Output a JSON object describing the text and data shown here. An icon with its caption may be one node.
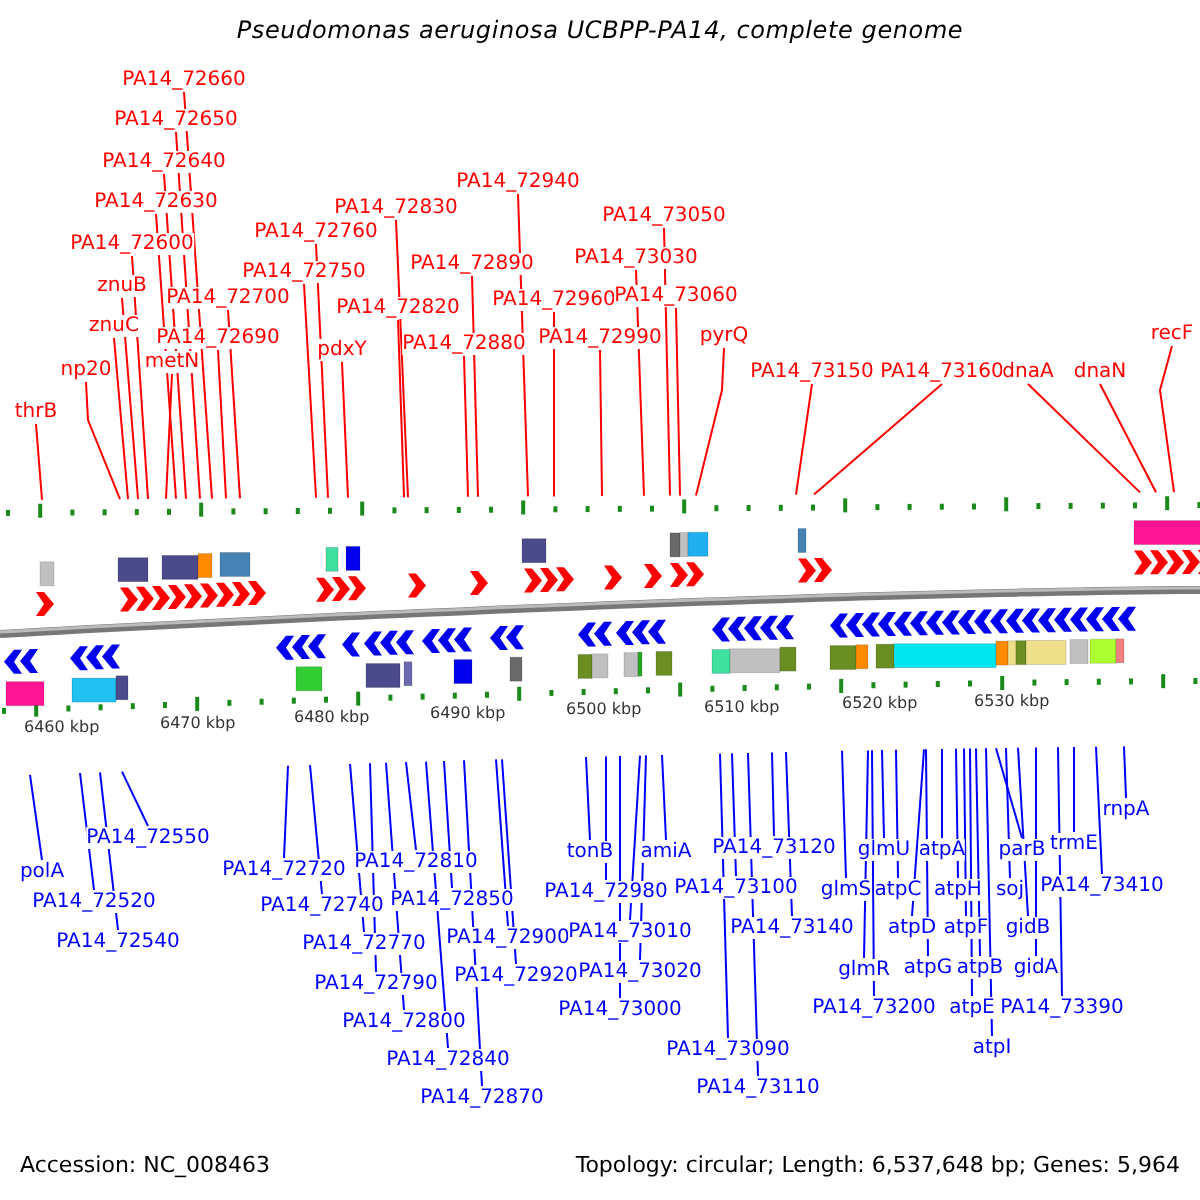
{
  "diagram": {
    "title": "Pseudomonas aeruginosa UCBPP-PA14, complete genome",
    "nodes": [
      {
        "text": [
          "thrB"
        ]
      },
      {
        "text": [
          "np20"
        ]
      },
      {
        "text": [
          "znuC"
        ]
      },
      {
        "text": [
          "znuB"
        ]
      },
      {
        "text": [
          "PA14_72600"
        ]
      },
      {
        "text": [
          "metN"
        ]
      },
      {
        "text": [
          "PA14_72630"
        ]
      },
      {
        "text": [
          "PA14_72640"
        ]
      },
      {
        "text": [
          "PA14_72650"
        ]
      },
      {
        "text": [
          "PA14_72660"
        ]
      },
      {
        "text": [
          "PA14_72690"
        ]
      },
      {
        "text": [
          "PA14_72700"
        ]
      },
      {
        "text": [
          "PA14_72750"
        ]
      },
      {
        "text": [
          "PA14_72760"
        ]
      },
      {
        "text": [
          "pdxY"
        ]
      },
      {
        "text": [
          "PA14_72830"
        ]
      },
      {
        "text": [
          "PA14_72820"
        ]
      },
      {
        "text": [
          "PA14_72890"
        ]
      },
      {
        "text": [
          "PA14_72880"
        ]
      },
      {
        "text": [
          "PA14_72940"
        ]
      },
      {
        "text": [
          "PA14_72960"
        ]
      },
      {
        "text": [
          "PA14_72990"
        ]
      },
      {
        "text": [
          "PA14_73030"
        ]
      },
      {
        "text": [
          "PA14_73050"
        ]
      },
      {
        "text": [
          "PA14_73060"
        ]
      },
      {
        "text": [
          "pyrQ"
        ]
      },
      {
        "text": [
          "PA14_73150"
        ]
      },
      {
        "text": [
          "PA14_73160"
        ]
      },
      {
        "text": [
          "dnaA"
        ]
      },
      {
        "text": [
          "dnaN"
        ]
      },
      {
        "text": [
          "recF"
        ]
      },
      {
        "text": [
          "polA"
        ]
      },
      {
        "text": [
          "PA14_72520"
        ]
      },
      {
        "text": [
          "PA14_72540"
        ]
      },
      {
        "text": [
          "PA14_72550"
        ]
      },
      {
        "text": [
          "PA14_72720"
        ]
      },
      {
        "text": [
          "PA14_72740"
        ]
      },
      {
        "text": [
          "PA14_72770"
        ]
      },
      {
        "text": [
          "PA14_72790"
        ]
      },
      {
        "text": [
          "PA14_72800"
        ]
      },
      {
        "text": [
          "PA14_72810"
        ]
      },
      {
        "text": [
          "PA14_72850"
        ]
      },
      {
        "text": [
          "PA14_72840"
        ]
      },
      {
        "text": [
          "PA14_72870"
        ]
      },
      {
        "text": [
          "PA14_72900"
        ]
      },
      {
        "text": [
          "PA14_72920"
        ]
      },
      {
        "text": [
          "tonB"
        ]
      },
      {
        "text": [
          "PA14_72980"
        ]
      },
      {
        "text": [
          "amiA"
        ]
      },
      {
        "text": [
          "PA14_73010"
        ]
      },
      {
        "text": [
          "PA14_73020"
        ]
      },
      {
        "text": [
          "PA14_73000"
        ]
      },
      {
        "text": [
          "PA14_73120"
        ]
      },
      {
        "text": [
          "PA14_73100"
        ]
      },
      {
        "text": [
          "PA14_73140"
        ]
      },
      {
        "text": [
          "PA14_73090"
        ]
      },
      {
        "text": [
          "PA14_73110"
        ]
      },
      {
        "text": [
          "glmS"
        ]
      },
      {
        "text": [
          "glmU"
        ]
      },
      {
        "text": [
          "atpC"
        ]
      },
      {
        "text": [
          "glmR"
        ]
      },
      {
        "text": [
          "PA14_73200"
        ]
      },
      {
        "text": [
          "atpA"
        ]
      },
      {
        "text": [
          "atpD"
        ]
      },
      {
        "text": [
          "atpH"
        ]
      },
      {
        "text": [
          "atpG"
        ]
      },
      {
        "text": [
          "atpF"
        ]
      },
      {
        "text": [
          "atpB"
        ]
      },
      {
        "text": [
          "atpE"
        ]
      },
      {
        "text": [
          "atpI"
        ]
      },
      {
        "text": [
          "parB"
        ]
      },
      {
        "text": [
          "soj"
        ]
      },
      {
        "text": [
          "gidB"
        ]
      },
      {
        "text": [
          "gidA"
        ]
      },
      {
        "text": [
          "PA14_73390"
        ]
      },
      {
        "text": [
          "trmE"
        ]
      },
      {
        "text": [
          "PA14_73410"
        ]
      },
      {
        "text": [
          "rnpA"
        ]
      }
    ],
    "edges": [
      {
        "from": 0,
        "to": null,
        "arrow": "none",
        "color": "#ff0000"
      },
      {
        "from": 1,
        "to": null,
        "arrow": "none",
        "color": "#ff0000"
      },
      {
        "from": 2,
        "to": null,
        "arrow": "none",
        "color": "#ff0000"
      },
      {
        "from": 3,
        "to": null,
        "arrow": "none",
        "color": "#ff0000"
      },
      {
        "from": 4,
        "to": null,
        "arrow": "none",
        "color": "#ff0000"
      },
      {
        "from": 5,
        "to": null,
        "arrow": "none",
        "color": "#ff0000"
      },
      {
        "from": 6,
        "to": null,
        "arrow": "none",
        "color": "#ff0000"
      },
      {
        "from": 7,
        "to": null,
        "arrow": "none",
        "color": "#ff0000"
      },
      {
        "from": 8,
        "to": null,
        "arrow": "none",
        "color": "#ff0000"
      },
      {
        "from": 9,
        "to": null,
        "arrow": "none",
        "color": "#ff0000"
      },
      {
        "from": 10,
        "to": null,
        "arrow": "none",
        "color": "#ff0000"
      },
      {
        "from": 11,
        "to": null,
        "arrow": "none",
        "color": "#ff0000"
      },
      {
        "from": 12,
        "to": null,
        "arrow": "none",
        "color": "#ff0000"
      },
      {
        "from": 13,
        "to": null,
        "arrow": "none",
        "color": "#ff0000"
      },
      {
        "from": 14,
        "to": null,
        "arrow": "none",
        "color": "#ff0000"
      },
      {
        "from": 15,
        "to": null,
        "arrow": "none",
        "color": "#ff0000"
      },
      {
        "from": 16,
        "to": null,
        "arrow": "none",
        "color": "#ff0000"
      },
      {
        "from": 17,
        "to": null,
        "arrow": "none",
        "color": "#ff0000"
      },
      {
        "from": 18,
        "to": null,
        "arrow": "none",
        "color": "#ff0000"
      },
      {
        "from": 19,
        "to": null,
        "arrow": "none",
        "color": "#ff0000"
      },
      {
        "from": 20,
        "to": null,
        "arrow": "none",
        "color": "#ff0000"
      },
      {
        "from": 21,
        "to": null,
        "arrow": "none",
        "color": "#ff0000"
      },
      {
        "from": 22,
        "to": null,
        "arrow": "none",
        "color": "#ff0000"
      },
      {
        "from": 23,
        "to": null,
        "arrow": "none",
        "color": "#ff0000"
      },
      {
        "from": 24,
        "to": null,
        "arrow": "none",
        "color": "#ff0000"
      },
      {
        "from": 25,
        "to": null,
        "arrow": "none",
        "color": "#ff0000"
      },
      {
        "from": 26,
        "to": null,
        "arrow": "none",
        "color": "#ff0000"
      },
      {
        "from": 27,
        "to": null,
        "arrow": "none",
        "color": "#ff0000"
      },
      {
        "from": 28,
        "to": null,
        "arrow": "none",
        "color": "#ff0000"
      },
      {
        "from": 29,
        "to": null,
        "arrow": "none",
        "color": "#ff0000"
      },
      {
        "from": 30,
        "to": null,
        "arrow": "none",
        "color": "#ff0000"
      },
      {
        "from": 31,
        "to": null,
        "arrow": "none"
      },
      {
        "from": 32,
        "to": null,
        "arrow": "none"
      },
      {
        "from": 33,
        "to": null,
        "arrow": "none"
      },
      {
        "from": 34,
        "to": null,
        "arrow": "none"
      },
      {
        "from": 35,
        "to": null,
        "arrow": "none"
      },
      {
        "from": 36,
        "to": null,
        "arrow": "none"
      },
      {
        "from": 37,
        "to": null,
        "arrow": "none"
      },
      {
        "from": 38,
        "to": null,
        "arrow": "none"
      },
      {
        "from": 39,
        "to": null,
        "arrow": "none"
      },
      {
        "from": 40,
        "to": null,
        "arrow": "none"
      },
      {
        "from": 41,
        "to": null,
        "arrow": "none"
      },
      {
        "from": 42,
        "to": null,
        "arrow": "none"
      },
      {
        "from": 43,
        "to": null,
        "arrow": "none"
      },
      {
        "from": 44,
        "to": null,
        "arrow": "none"
      },
      {
        "from": 45,
        "to": null,
        "arrow": "none"
      },
      {
        "from": 46,
        "to": null,
        "arrow": "none"
      },
      {
        "from": 47,
        "to": null,
        "arrow": "none"
      },
      {
        "from": 48,
        "to": null,
        "arrow": "none"
      },
      {
        "from": 49,
        "to": null,
        "arrow": "none"
      },
      {
        "from": 50,
        "to": null,
        "arrow": "none"
      },
      {
        "from": 51,
        "to": null,
        "arrow": "none"
      },
      {
        "from": 52,
        "to": null,
        "arrow": "none"
      },
      {
        "from": 53,
        "to": null,
        "arrow": "none"
      },
      {
        "from": 54,
        "to": null,
        "arrow": "none"
      },
      {
        "from": 55,
        "to": null,
        "arrow": "none"
      },
      {
        "from": 56,
        "to": null,
        "arrow": "none"
      },
      {
        "from": 57,
        "to": null,
        "arrow": "none"
      },
      {
        "from": 58,
        "to": null,
        "arrow": "none"
      },
      {
        "from": 59,
        "to": null,
        "arrow": "none"
      },
      {
        "from": 60,
        "to": null,
        "arrow": "none"
      },
      {
        "from": 61,
        "to": null,
        "arrow": "none"
      },
      {
        "from": 62,
        "to": null,
        "arrow": "none"
      },
      {
        "from": 63,
        "to": null,
        "arrow": "none"
      },
      {
        "from": 64,
        "to": null,
        "arrow": "none"
      },
      {
        "from": 65,
        "to": null,
        "arrow": "none"
      },
      {
        "from": 66,
        "to": null,
        "arrow": "none"
      },
      {
        "from": 67,
        "to": null,
        "arrow": "none"
      },
      {
        "from": 68,
        "to": null,
        "arrow": "none"
      },
      {
        "from": 69,
        "to": null,
        "arrow": "none"
      },
      {
        "from": 70,
        "to": null,
        "arrow": "none"
      },
      {
        "from": 71,
        "to": null,
        "arrow": "none"
      },
      {
        "from": 72,
        "to": null,
        "arrow": "none"
      },
      {
        "from": 73,
        "to": null,
        "arrow": "none"
      },
      {
        "from": 74,
        "to": null,
        "arrow": "none"
      },
      {
        "from": 75,
        "to": null,
        "arrow": "none"
      },
      {
        "from": 76,
        "to": null,
        "arrow": "none"
      },
      {
        "from": 77,
        "to": null,
        "arrow": "none"
      }
    ],
    "labels": [
      "6460 kbp",
      "6470 kbp",
      "6480 kbp",
      "6490 kbp",
      "6500 kbp",
      "6510 kbp",
      "6520 kbp",
      "6530 kbp",
      "Accession: NC_008463",
      "Topology: circular; Length: 6,537,648 bp; Genes: 5,964"
    ]
  }
}
